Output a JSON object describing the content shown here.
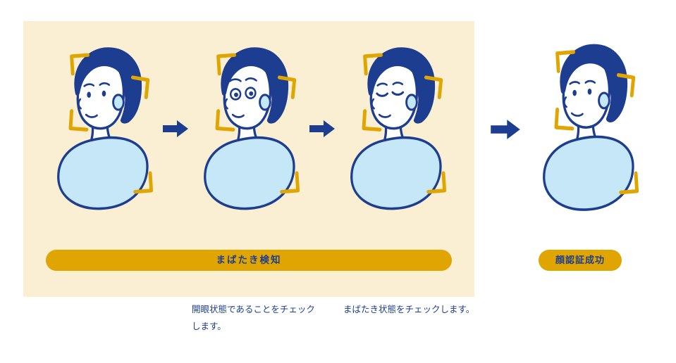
{
  "diagram": {
    "panel": {
      "title_pill": "まばたき検知",
      "background": "#FAEFD3"
    },
    "result_pill": "顔認証成功",
    "faces": [
      {
        "label": "initial-face",
        "eye_state": "neutral"
      },
      {
        "label": "eyes-open-face",
        "eye_state": "open"
      },
      {
        "label": "blink-face",
        "eye_state": "closed"
      },
      {
        "label": "authenticated-face",
        "eye_state": "neutral"
      }
    ],
    "captions": {
      "eye_open_check": "開眼状態であることをチェック\nします。",
      "blink_check": "まばたき状態をチェックします。"
    },
    "icons": [
      {
        "name": "right-arrow-icon",
        "glyph": "block-arrow-right"
      },
      {
        "name": "face-detection-frame-icon",
        "glyph": "corner-brackets"
      }
    ],
    "colors": {
      "navy": "#1D3D91",
      "light_blue": "#C5E7F7",
      "gold": "#E0A500",
      "cream": "#FAEFD3"
    }
  }
}
